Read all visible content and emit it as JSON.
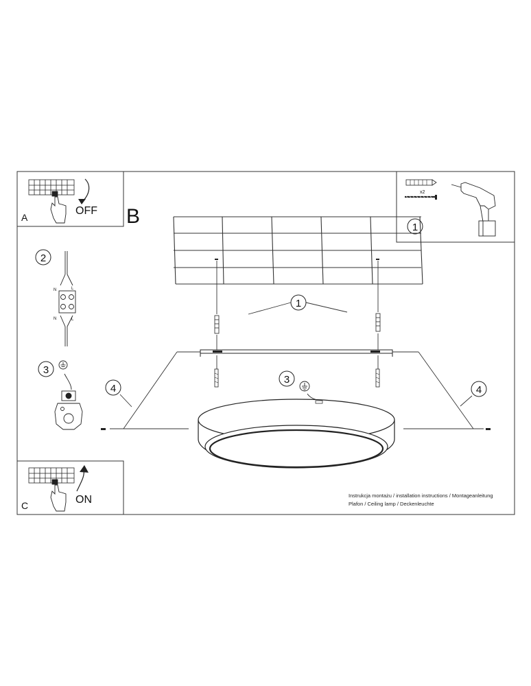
{
  "panels": {
    "a": {
      "letter": "A",
      "action": "OFF"
    },
    "b": {
      "letter": "B"
    },
    "c": {
      "letter": "C",
      "action": "ON"
    }
  },
  "steps": {
    "one": "1",
    "two": "2",
    "three": "3",
    "four": "4"
  },
  "fixings": {
    "quantity": "x2"
  },
  "terminal": {
    "n_label": "N",
    "l_label": "L"
  },
  "caption": {
    "line1": "Instrukcja montażu / installation instructions / Montageanleitung",
    "line2": "Plafon / Ceiling lamp / Deckenleuchte"
  },
  "icons": [
    "breaker-icon",
    "hand-icon",
    "arrow-down-icon",
    "arrow-up-icon",
    "drill-icon",
    "wall-plug-icon",
    "screw-icon",
    "terminal-block-icon",
    "earth-symbol-icon",
    "ceiling-lamp-icon"
  ]
}
